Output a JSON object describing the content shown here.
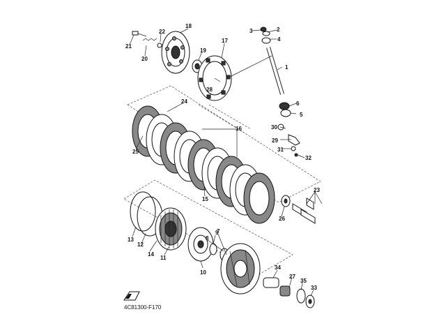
{
  "diagram_code": "4C81300-F170",
  "parts": [
    {
      "id": "p1",
      "label": "1"
    },
    {
      "id": "p2",
      "label": "2"
    },
    {
      "id": "p3",
      "label": "3"
    },
    {
      "id": "p4",
      "label": "4"
    },
    {
      "id": "p5",
      "label": "5"
    },
    {
      "id": "p6",
      "label": "6"
    },
    {
      "id": "p7",
      "label": "7"
    },
    {
      "id": "p8",
      "label": "8"
    },
    {
      "id": "p9",
      "label": "9"
    },
    {
      "id": "p10",
      "label": "10"
    },
    {
      "id": "p11",
      "label": "11"
    },
    {
      "id": "p12",
      "label": "12"
    },
    {
      "id": "p13",
      "label": "13"
    },
    {
      "id": "p14",
      "label": "14"
    },
    {
      "id": "p15",
      "label": "15"
    },
    {
      "id": "p16",
      "label": "16"
    },
    {
      "id": "p17",
      "label": "17"
    },
    {
      "id": "p18",
      "label": "18"
    },
    {
      "id": "p19",
      "label": "19"
    },
    {
      "id": "p20",
      "label": "20"
    },
    {
      "id": "p21",
      "label": "21"
    },
    {
      "id": "p22",
      "label": "22"
    },
    {
      "id": "p23",
      "label": "23"
    },
    {
      "id": "p24",
      "label": "24"
    },
    {
      "id": "p25",
      "label": "25"
    },
    {
      "id": "p26",
      "label": "26"
    },
    {
      "id": "p27",
      "label": "27"
    },
    {
      "id": "p28",
      "label": "28"
    },
    {
      "id": "p29",
      "label": "29"
    },
    {
      "id": "p30",
      "label": "30"
    },
    {
      "id": "p31",
      "label": "31"
    },
    {
      "id": "p32",
      "label": "32"
    },
    {
      "id": "p33",
      "label": "33"
    },
    {
      "id": "p34",
      "label": "34"
    },
    {
      "id": "p35",
      "label": "35"
    }
  ]
}
